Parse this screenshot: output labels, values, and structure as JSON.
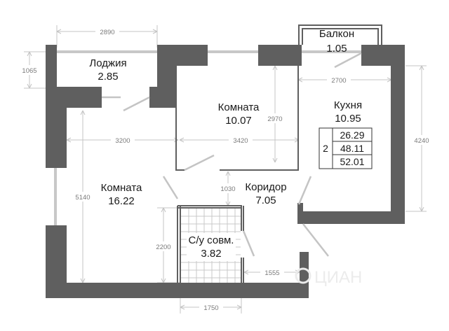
{
  "rooms": {
    "loggia": {
      "name": "Лоджия",
      "area": "2.85"
    },
    "balcony": {
      "name": "Балкон",
      "area": "1.05"
    },
    "room1": {
      "name": "Комната",
      "area": "10.07"
    },
    "kitchen": {
      "name": "Кухня",
      "area": "10.95"
    },
    "room2": {
      "name": "Комната",
      "area": "16.22"
    },
    "corridor": {
      "name": "Коридор",
      "area": "7.05"
    },
    "bathroom": {
      "name": "С/у совм.",
      "area": "3.82"
    }
  },
  "summary": {
    "rooms_count": "2",
    "total_area": "26.29",
    "living_area": "48.11",
    "kitchen_area": "52.01"
  },
  "dimensions": {
    "loggia_width": "2890",
    "loggia_depth": "1065",
    "kitchen_width": "2700",
    "kitchen_depth": "4240",
    "room1_depth": "2970",
    "room2_width": "3200",
    "room1_width": "3420",
    "room2_depth": "5140",
    "corridor_door": "1030",
    "bathroom_depth": "2200",
    "bathroom_width": "1750",
    "bath_offset": "1555"
  },
  "watermark": "ЦИАН"
}
